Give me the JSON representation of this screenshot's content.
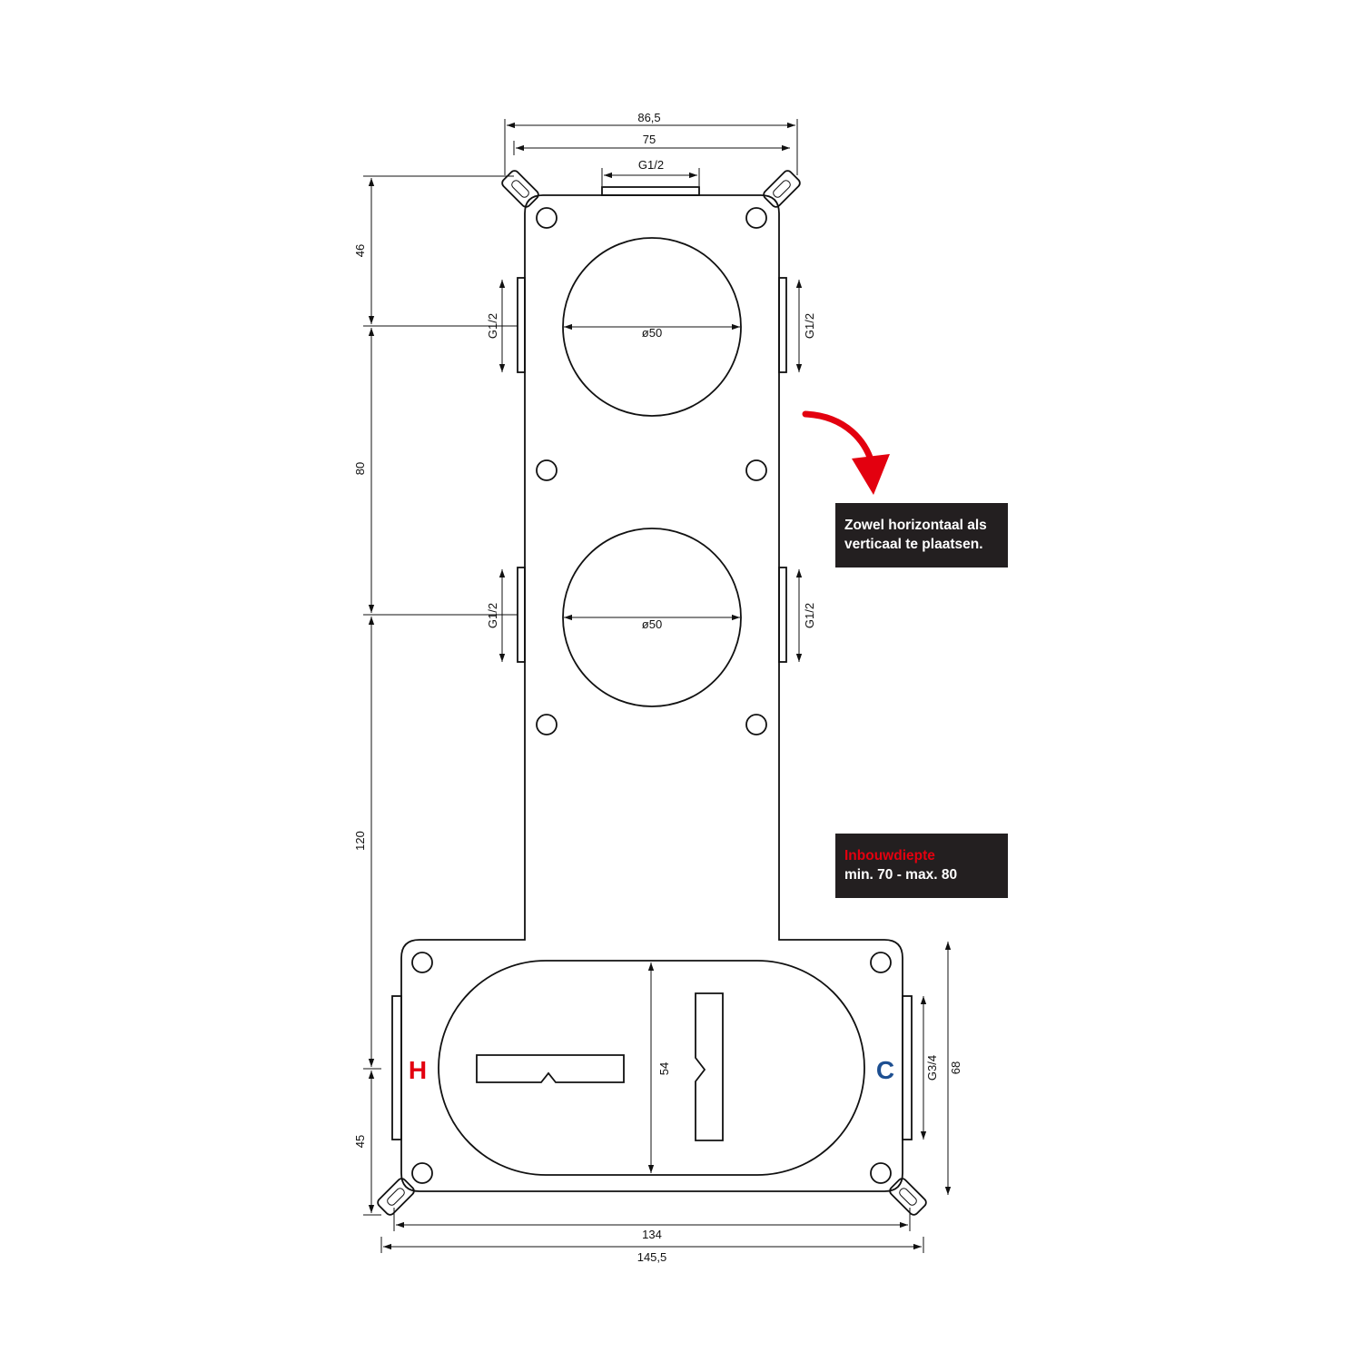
{
  "dimensions": {
    "top_outer_width": "86,5",
    "top_inner_width": "75",
    "top_port": "G1/2",
    "left_section_1": "46",
    "left_section_2": "80",
    "left_section_3": "120",
    "left_section_4": "45",
    "side_port_upper_left": "G1/2",
    "side_port_upper_right": "G1/2",
    "side_port_lower_left": "G1/2",
    "side_port_lower_right": "G1/2",
    "circle_upper_diameter": "ø50",
    "circle_lower_diameter": "ø50",
    "box_inner_height": "54",
    "box_port": "G3/4",
    "box_height": "68",
    "bottom_inner_width": "134",
    "bottom_outer_width": "145,5"
  },
  "labels": {
    "hot": "H",
    "cold": "C"
  },
  "notes": {
    "orientation_line1": "Zowel horizontaal als",
    "orientation_line2": "verticaal te plaatsen.",
    "depth_title": "Inbouwdiepte",
    "depth_value": "min. 70 - max. 80"
  },
  "colors": {
    "hot": "#e3000f",
    "cold": "#1d4f91",
    "arrow": "#e3000f",
    "note_background": "#231f20"
  }
}
